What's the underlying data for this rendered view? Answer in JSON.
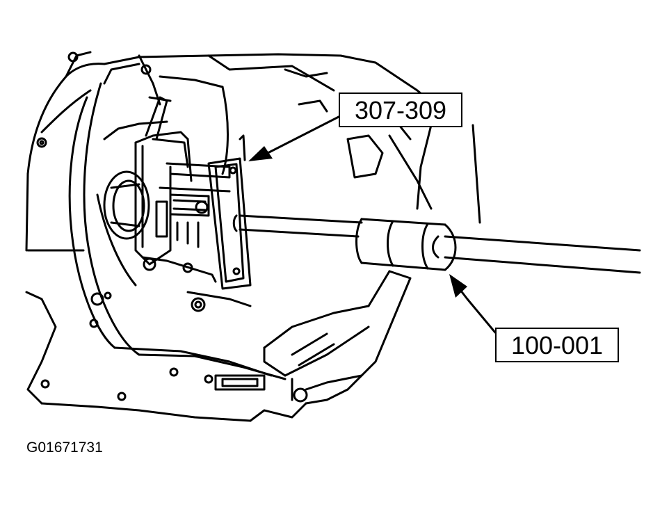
{
  "figure": {
    "tool_callouts": [
      {
        "part_number": "307-309"
      },
      {
        "part_number": "100-001"
      }
    ],
    "figure_id": "G01671731"
  },
  "colors": {
    "line": "#000000",
    "background": "#ffffff"
  }
}
